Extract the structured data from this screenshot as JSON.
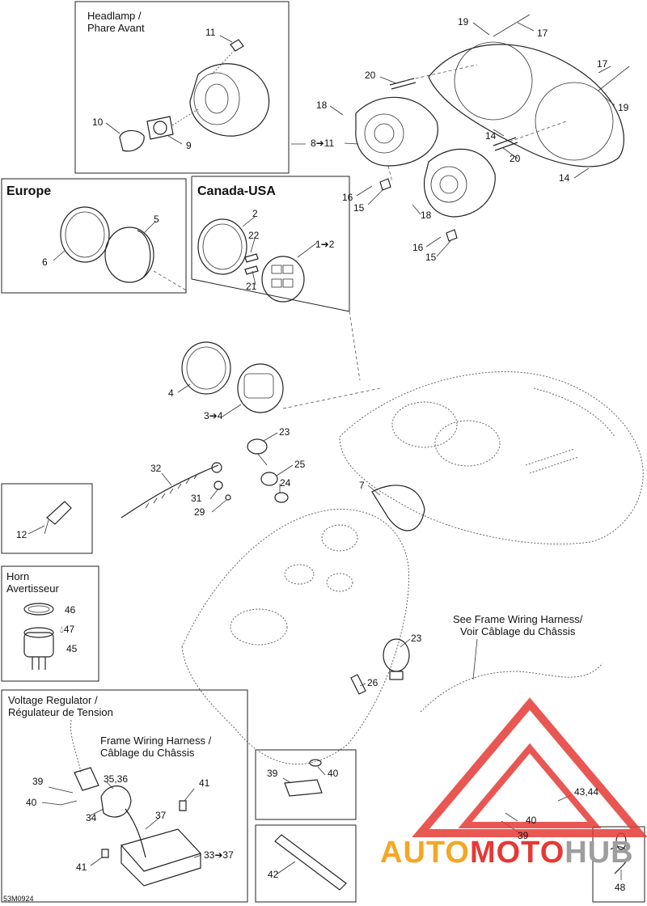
{
  "titles": {
    "headlamp": [
      "Headlamp /",
      "Phare Avant"
    ],
    "europe": "Europe",
    "canada_usa": "Canada-USA",
    "horn": [
      "Horn",
      "Avertisseur"
    ],
    "voltage_regulator": [
      "Voltage Regulator /",
      "Régulateur de Tension"
    ],
    "frame_harness_inner": [
      "Frame Wiring Harness /",
      "Câblage du Châssis"
    ],
    "frame_harness_ref": [
      "See Frame Wiring Harness/",
      "Voir Câblage du Châssis"
    ]
  },
  "callouts": {
    "c11_top": "11",
    "c10": "10",
    "c9": "9",
    "c8to11": "8➔11",
    "c19a": "19",
    "c17a": "17",
    "c17b": "17",
    "c19b": "19",
    "c20a": "20",
    "c18a": "18",
    "c14a": "14",
    "c20b": "20",
    "c14b": "14",
    "c16a": "16",
    "c15a": "15",
    "c18b": "18",
    "c16b": "16",
    "c15b": "15",
    "c5": "5",
    "c6": "6",
    "c2": "2",
    "c22": "22",
    "c1to2": "1➔2",
    "c21": "21",
    "c4": "4",
    "c3to4": "3➔4",
    "c23a": "23",
    "c32": "32",
    "c25": "25",
    "c31": "31",
    "c24": "24",
    "c29": "29",
    "c7": "7",
    "c12": "12",
    "c46": "46",
    "c47": "47",
    "c45": "45",
    "c23b": "23",
    "c26": "26",
    "c39a": "39",
    "c35_36": "35,36",
    "c41a": "41",
    "c40a": "40",
    "c34": "34",
    "c37": "37",
    "c41b": "41",
    "c33to37": "33➔37",
    "c39b": "39",
    "c40b": "40",
    "c42": "42",
    "c43_44": "43,44",
    "c40c": "40",
    "c39c": "39",
    "c48": "48"
  },
  "figure_code": "53M0924",
  "watermark": {
    "part1": "AUTO",
    "part2": "MOTO",
    "part3": "HUB",
    "color_red": "#e53935",
    "color_orange": "#f5a623",
    "color_grey": "#9e9e9e"
  }
}
